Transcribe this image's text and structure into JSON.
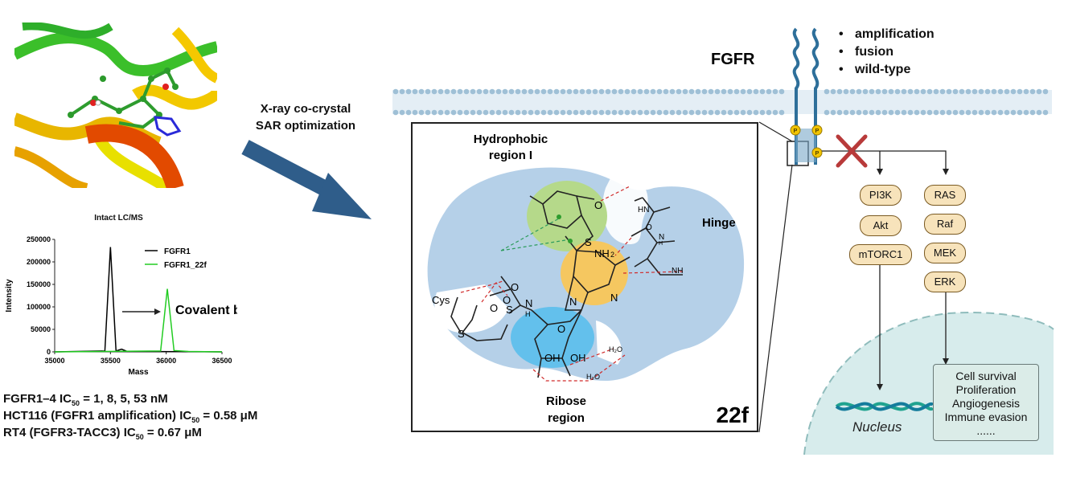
{
  "co_crystal": {
    "label_line1": "X-ray co-crystal",
    "label_line2": "SAR optimization"
  },
  "ms_panel": {
    "title": "Intact LC/MS",
    "xlabel": "Mass",
    "ylabel": "Intensity",
    "legend": [
      "FGFR1",
      "FGFR1_22f"
    ],
    "annotation": "Covalent bond",
    "x_ticks": [
      "35000",
      "35500",
      "36000",
      "36500"
    ],
    "y_ticks": [
      "0",
      "50000",
      "100000",
      "150000",
      "200000",
      "250000"
    ]
  },
  "chart_data": {
    "type": "line",
    "title": "Intact LC/MS",
    "xlabel": "Mass",
    "ylabel": "Intensity",
    "xlim": [
      35000,
      36500
    ],
    "ylim": [
      0,
      250000
    ],
    "series": [
      {
        "name": "FGFR1",
        "color": "#000000",
        "x": [
          35000,
          35450,
          35500,
          35550,
          35600,
          35650,
          36500
        ],
        "y": [
          0,
          2000,
          233000,
          2000,
          6000,
          1000,
          0
        ]
      },
      {
        "name": "FGFR1_22f",
        "color": "#22cc22",
        "x": [
          35000,
          35950,
          36010,
          36070,
          36200,
          36500
        ],
        "y": [
          0,
          2000,
          140000,
          3000,
          1000,
          0
        ]
      }
    ]
  },
  "ic50": {
    "line1_pre": "FGFR1–4 IC",
    "line1_post": " = 1, 8, 5, 53 nM",
    "line2_pre": "HCT116 (FGFR1 amplification) IC",
    "line2_post": " = 0.58 μM",
    "line3_pre": "RT4 (FGFR3-TACC3) IC",
    "line3_post": " = 0.67 μM",
    "sub": "50"
  },
  "pocket": {
    "hydrophobic_line1": "Hydrophobic",
    "hydrophobic_line2": "region I",
    "hinge": "Hinge",
    "ribose_line1": "Ribose",
    "ribose_line2": "region",
    "compound": "22f",
    "atoms": {
      "O": "O",
      "S": "S",
      "N": "N",
      "NH": "NH",
      "HN": "HN",
      "H": "H",
      "two": "2",
      "Cys": "Cys",
      "OH": "OH",
      "H2O": "H₂O"
    }
  },
  "receptor": {
    "name": "FGFR",
    "bullets": [
      "amplification",
      "fusion",
      "wild-type"
    ],
    "p_label": "P"
  },
  "pathway": {
    "left": [
      "PI3K",
      "Akt",
      "mTORC1"
    ],
    "right": [
      "RAS",
      "Raf",
      "MEK",
      "ERK"
    ],
    "nucleus": "Nucleus",
    "effects": [
      "Cell survival",
      "Proliferation",
      "Angiogenesis",
      "Immune evasion",
      "......"
    ]
  },
  "colors": {
    "membrane": "#9fc0d6",
    "receptor": "#2e6f9a",
    "arrow": "#2f5d8a",
    "pocket": "#b5d0e8",
    "green_blob": "#b5d98a",
    "orange_blob": "#f5c760",
    "blue_blob": "#63c0ec",
    "inhibit": "#b83a3a",
    "nucleus": "#d7ecec"
  }
}
